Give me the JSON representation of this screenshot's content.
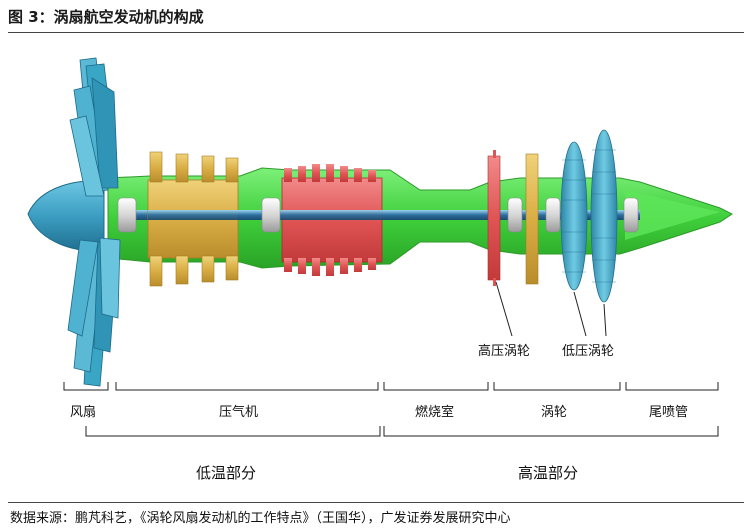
{
  "figure": {
    "title": "图 3：涡扇航空发动机的构成",
    "source": "数据来源：鹏芃科艺，《涡轮风扇发动机的工作特点》（王国华），广发证券发展研究中心"
  },
  "callouts": {
    "hp_turbine": "高压涡轮",
    "lp_turbine": "低压涡轮"
  },
  "sections": {
    "fan": "风扇",
    "compressor": "压气机",
    "combustor": "燃烧室",
    "turbine": "涡轮",
    "nozzle": "尾喷管"
  },
  "groups": {
    "low_temp": "低温部分",
    "high_temp": "高温部分"
  },
  "colors": {
    "casing": "#4ed84a",
    "fan_blade": "#3aa6c6",
    "lp_compressor": "#d9b24a",
    "hp_compressor": "#e45a5a",
    "hp_turbine": "#e04040",
    "lp_turbine": "#4ab0d0",
    "shaft": "#2c6e9e",
    "bearing": "#e9e9e9"
  }
}
